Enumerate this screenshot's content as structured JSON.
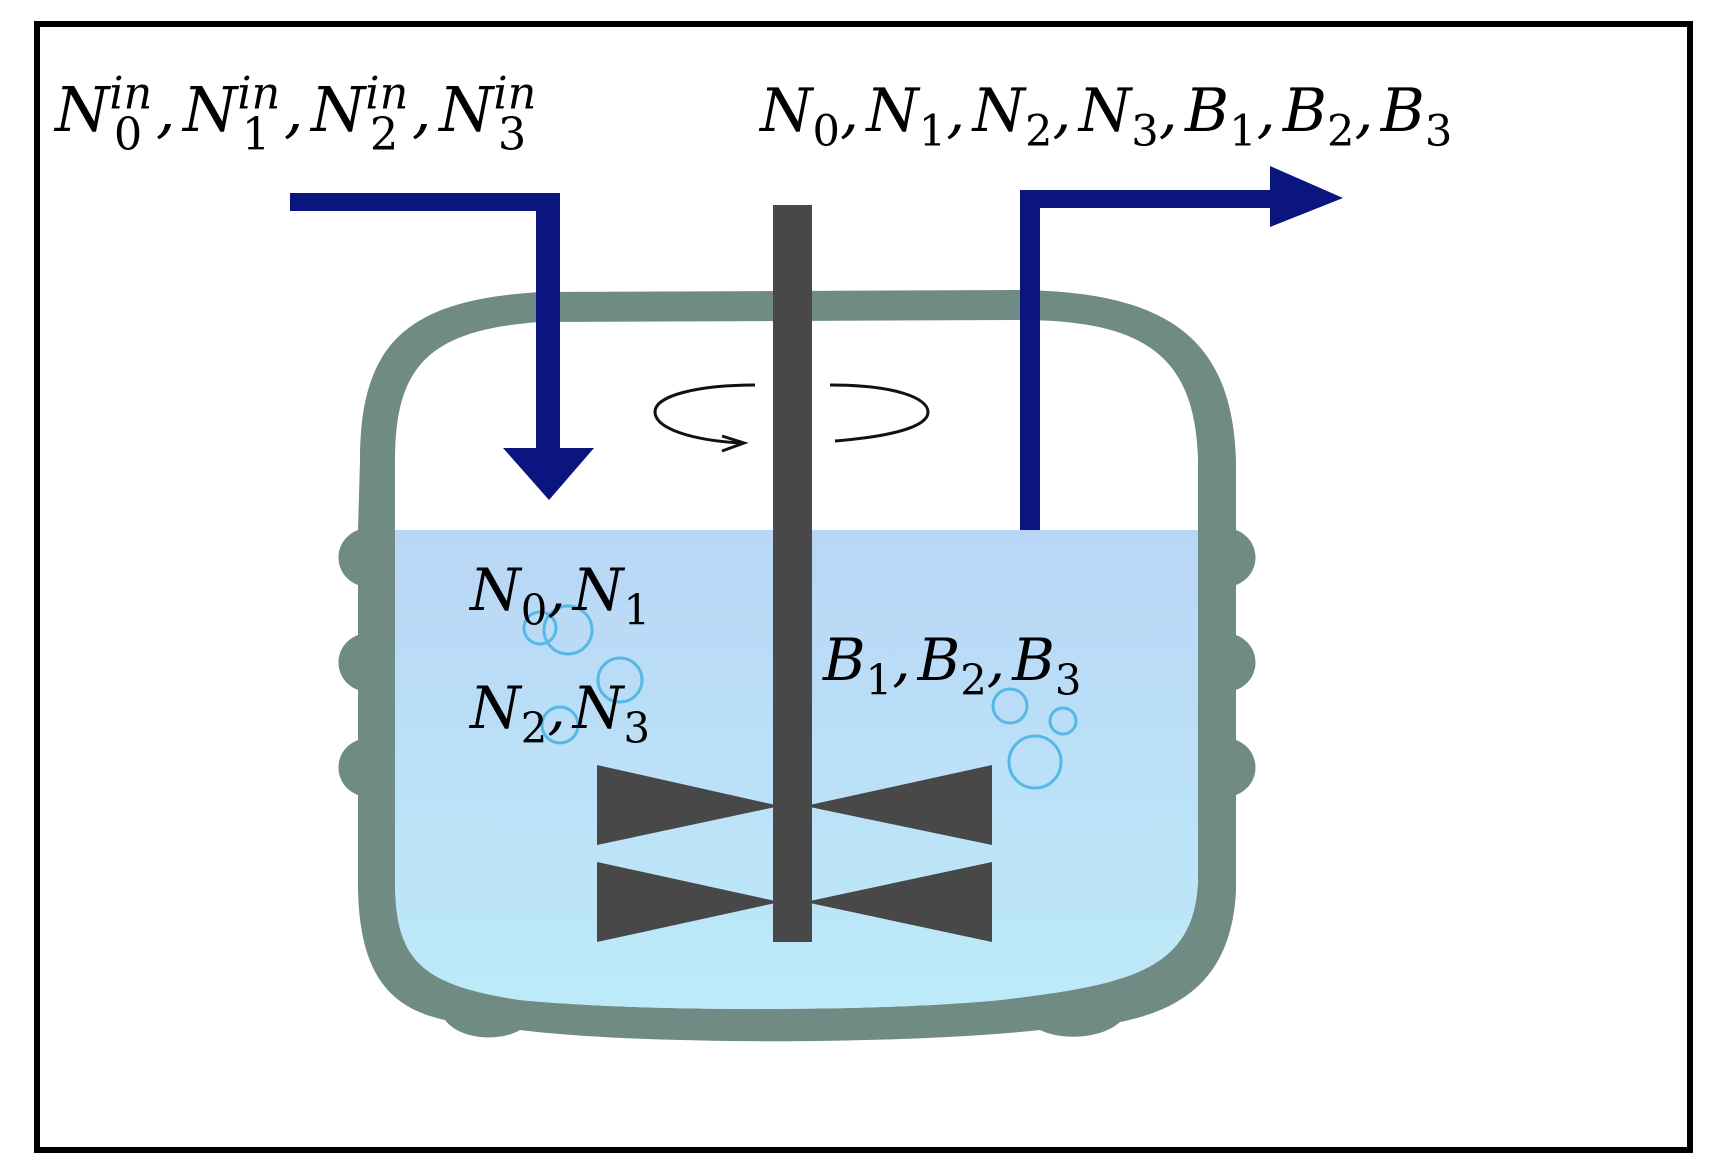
{
  "labels": {
    "inlet": [
      {
        "base": "N",
        "sub": "0",
        "sup": "in",
        "sep": ","
      },
      {
        "base": "N",
        "sub": "1",
        "sup": "in",
        "sep": ","
      },
      {
        "base": "N",
        "sub": "2",
        "sup": "in",
        "sep": ","
      },
      {
        "base": "N",
        "sub": "3",
        "sup": "in",
        "sep": ""
      }
    ],
    "outlet": [
      {
        "base": "N",
        "sub": "0",
        "sep": ","
      },
      {
        "base": "N",
        "sub": "1",
        "sep": ","
      },
      {
        "base": "N",
        "sub": "2",
        "sep": ","
      },
      {
        "base": "N",
        "sub": "3",
        "sep": ","
      },
      {
        "base": "B",
        "sub": "1",
        "sep": ","
      },
      {
        "base": "B",
        "sub": "2",
        "sep": ","
      },
      {
        "base": "B",
        "sub": "3",
        "sep": ""
      }
    ],
    "tank_left_row1": [
      {
        "base": "N",
        "sub": "0",
        "sep": ","
      },
      {
        "base": "N",
        "sub": "1",
        "sep": ""
      }
    ],
    "tank_left_row2": [
      {
        "base": "N",
        "sub": "2",
        "sep": ","
      },
      {
        "base": "N",
        "sub": "3",
        "sep": ""
      }
    ],
    "tank_right": [
      {
        "base": "B",
        "sub": "1",
        "sep": ","
      },
      {
        "base": "B",
        "sub": "2",
        "sep": ","
      },
      {
        "base": "B",
        "sub": "3",
        "sep": ""
      }
    ]
  },
  "colors": {
    "frame": "#000000",
    "tank_wall": "#6f8b83",
    "liquid_top": "#b9d6f6",
    "liquid_bottom": "#bdebf9",
    "stream_arrow": "#0a1580",
    "impeller": "#484848",
    "bubble": "#55b8e6",
    "rotation_arrow": "#111111"
  }
}
